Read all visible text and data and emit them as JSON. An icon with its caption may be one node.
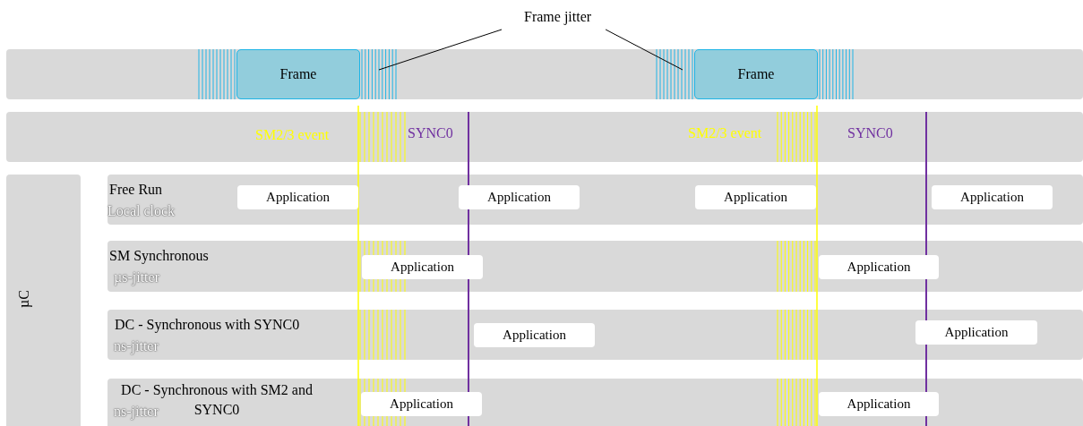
{
  "diagram": {
    "nodes": [
      {
        "text": [
          "Frame jitter"
        ]
      },
      {
        "text": [
          "Frame"
        ]
      },
      {
        "text": [
          "Frame"
        ]
      },
      {
        "text": [
          "µC"
        ]
      },
      {
        "text": [
          "Free Run",
          "Local clock"
        ]
      },
      {
        "text": [
          "Application"
        ],
        "in": 4
      },
      {
        "text": [
          "Application"
        ],
        "in": 4
      },
      {
        "text": [
          "Application"
        ],
        "in": 4
      },
      {
        "text": [
          "Application"
        ],
        "in": 4
      },
      {
        "text": [
          "SM Synchronous",
          "µs-jitter"
        ]
      },
      {
        "text": [
          "Application"
        ],
        "in": 9
      },
      {
        "text": [
          "Application"
        ],
        "in": 9
      },
      {
        "text": [
          "DC - Synchronous with SYNC0",
          "ns-jitter"
        ]
      },
      {
        "text": [
          "Application"
        ],
        "in": 12
      },
      {
        "text": [
          "Application"
        ],
        "in": 12
      },
      {
        "text": [
          "DC - Synchronous with SM2 and SYNC0",
          "ns-jitter"
        ]
      },
      {
        "text": [
          "Application"
        ],
        "in": 15
      },
      {
        "text": [
          "Application"
        ],
        "in": 15
      },
      {
        "text": [],
        "shape": "bar"
      },
      {
        "text": [],
        "shape": "bar"
      },
      {
        "text": [],
        "shape": "bar"
      },
      {
        "text": [],
        "shape": "bar"
      }
    ],
    "edges": [
      {
        "from": 0,
        "to": 19,
        "arrow": "none"
      },
      {
        "from": 0,
        "to": 20,
        "arrow": "none"
      }
    ],
    "labels": [
      "SM2/3 event",
      "SYNC0",
      "SM2/3 event",
      "SYNC0"
    ]
  }
}
